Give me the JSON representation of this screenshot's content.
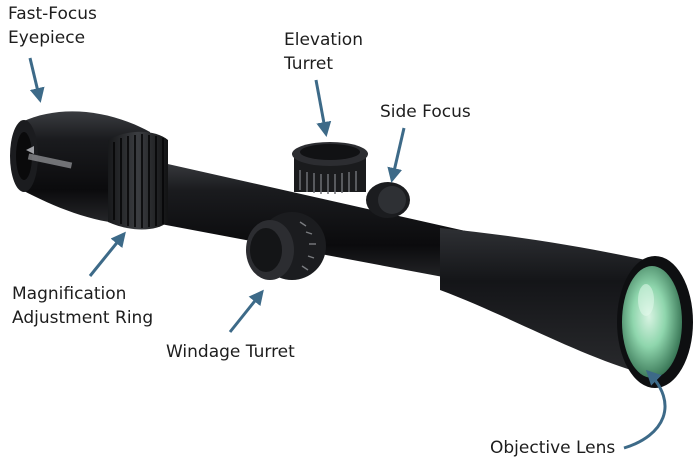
{
  "labels": {
    "eyepiece": [
      "Fast-Focus",
      "Eyepiece"
    ],
    "elevation": [
      "Elevation",
      "Turret"
    ],
    "side_focus": "Side Focus",
    "magnification": [
      "Magnification",
      "Adjustment Ring"
    ],
    "windage": "Windage Turret",
    "objective": "Objective Lens"
  },
  "colors": {
    "arrow": "#3d6a88",
    "label_text": "#1d1d1d",
    "scope_body": "#111214",
    "lens_glass": "#7fcfa4"
  }
}
